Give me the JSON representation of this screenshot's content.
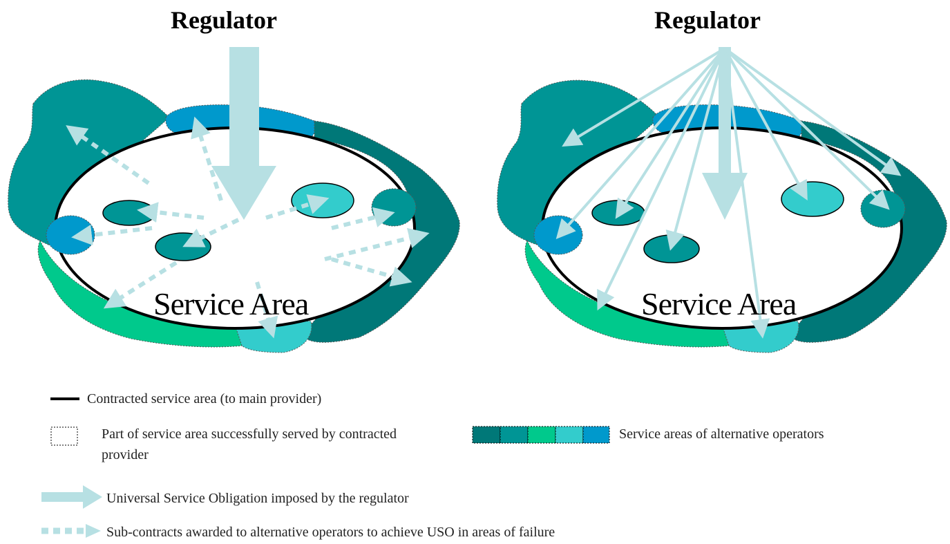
{
  "titles": {
    "left": "Regulator",
    "right": "Regulator"
  },
  "service_area_label": {
    "left": "Service Area",
    "right": "Service Area"
  },
  "legend": {
    "contracted": "Contracted service area (to main provider)",
    "served": "Part of service area successfully served by contracted provider",
    "alternative": "Service areas of alternative operators",
    "uso": "Universal Service Obligation imposed by the regulator",
    "subcontracts": "Sub-contracts awarded to alternative operators to achieve USO in areas of failure"
  },
  "colors": {
    "operator_dark_teal": "#007878",
    "operator_teal": "#009595",
    "operator_green": "#00c98c",
    "operator_light_cyan": "#33cccc",
    "operator_blue": "#0099cc",
    "arrow": "#b7e0e3",
    "ring": "#000000"
  }
}
